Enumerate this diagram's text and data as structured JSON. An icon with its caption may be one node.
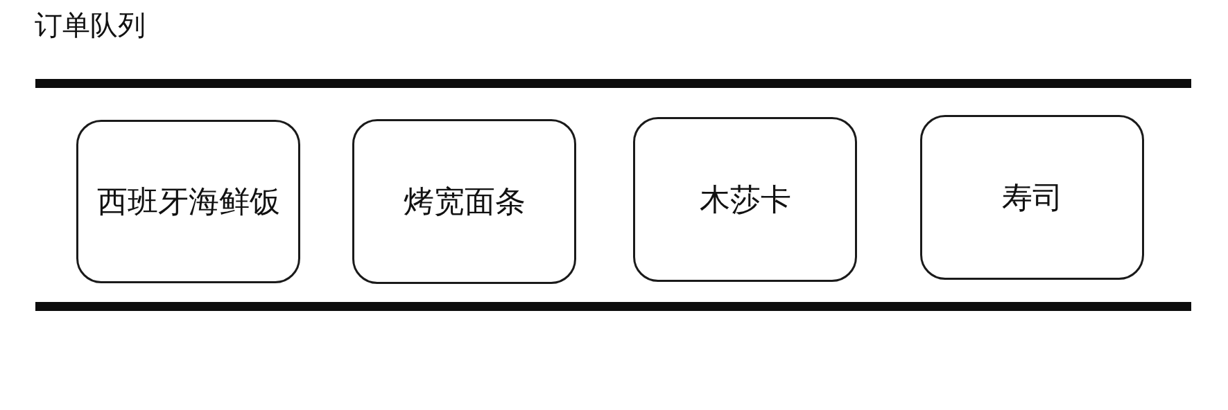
{
  "diagram": {
    "title": "订单队列",
    "nodes": [
      {
        "text": [
          "西班牙海鲜饭"
        ]
      },
      {
        "text": [
          "烤宽面条"
        ]
      },
      {
        "text": [
          "木莎卡"
        ]
      },
      {
        "text": [
          "寿司"
        ]
      }
    ]
  }
}
